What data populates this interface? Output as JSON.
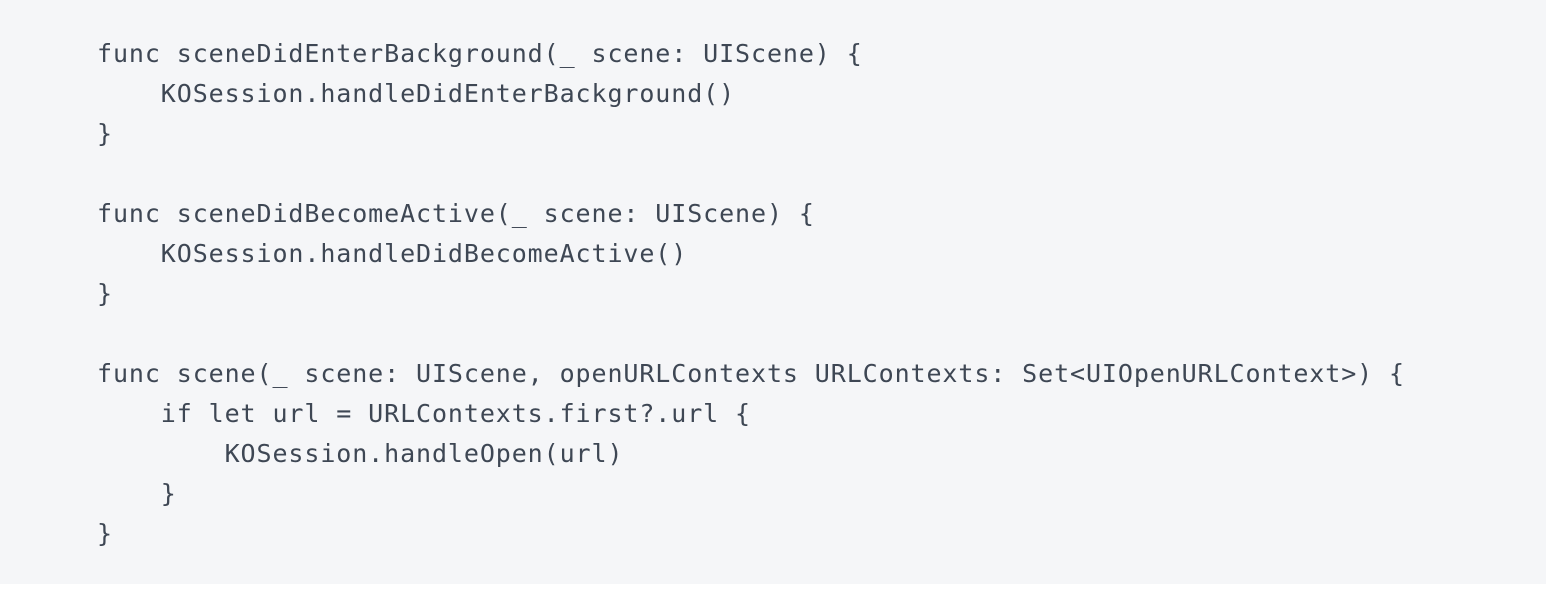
{
  "code": {
    "lines": [
      "func sceneDidEnterBackground(_ scene: UIScene) {",
      "    KOSession.handleDidEnterBackground()",
      "}",
      "",
      "func sceneDidBecomeActive(_ scene: UIScene) {",
      "    KOSession.handleDidBecomeActive()",
      "}",
      "",
      "func scene(_ scene: UIScene, openURLContexts URLContexts: Set<UIOpenURLContext>) {",
      "    if let url = URLContexts.first?.url {",
      "        KOSession.handleOpen(url)",
      "    }",
      "}"
    ]
  }
}
